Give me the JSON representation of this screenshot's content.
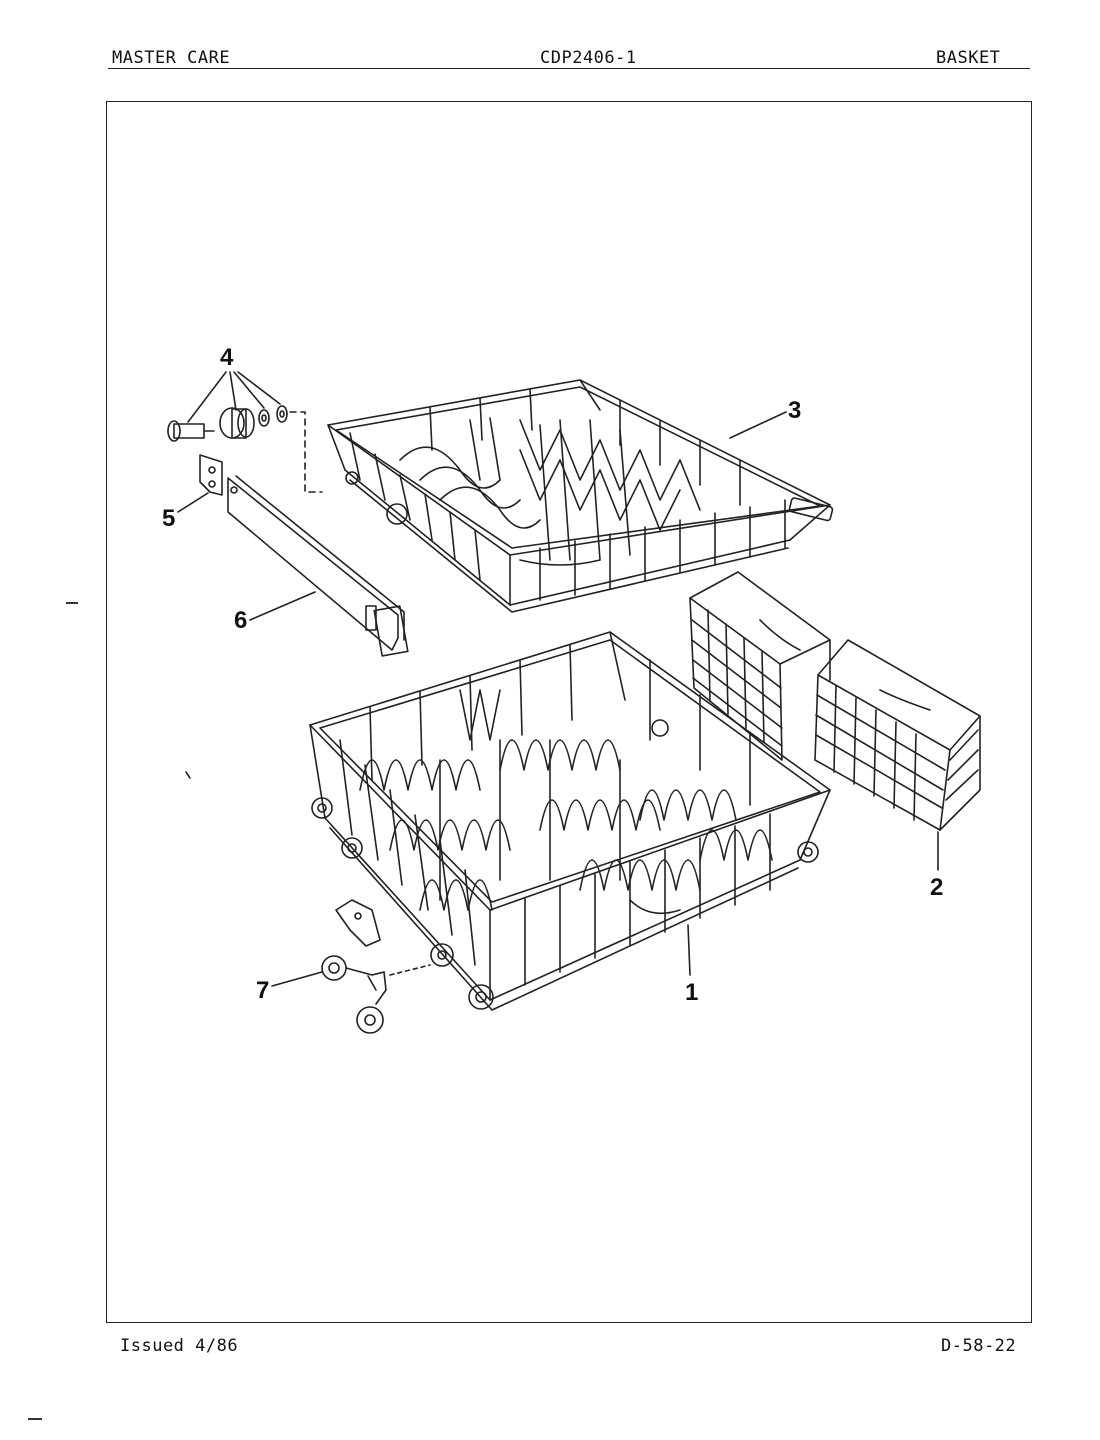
{
  "header": {
    "left": "MASTER CARE",
    "center": "CDP2406-1",
    "right": "BASKET"
  },
  "footer": {
    "issued": "Issued 4/86",
    "page_code": "D-58-22"
  },
  "callouts": [
    "1",
    "2",
    "3",
    "4",
    "5",
    "6",
    "7"
  ],
  "icons": {
    "upper_rack": "upper-dish-rack-illustration",
    "lower_rack": "lower-dish-rack-illustration",
    "silverware_basket": "silverware-basket-illustration",
    "track_rail": "rack-track-rail-illustration",
    "end_cap": "track-end-cap-illustration",
    "stop_hardware": "stop-screw-roller-washer-illustration",
    "wheel_assembly": "rack-wheel-assembly-illustration"
  }
}
